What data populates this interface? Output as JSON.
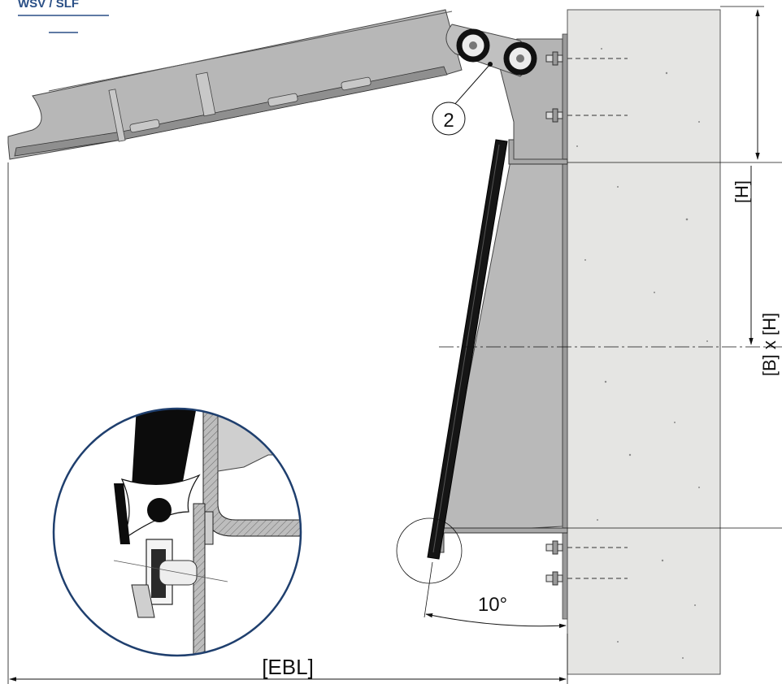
{
  "logo": {
    "org": "WSV",
    "separator": " / ",
    "unit": "SLF",
    "brand_color": "#2a4f86"
  },
  "labels": {
    "part_number": "2",
    "dim_height": "[H]",
    "dim_size": "[B] x [H]",
    "dim_angle": "10°",
    "dim_length": "[EBL]"
  },
  "colors": {
    "concrete": "#e4e4e2",
    "steel": "#b9b9b9",
    "steel_dark": "#8c8c8c",
    "seal": "#111111",
    "detail_border": "#1f3f6e"
  }
}
